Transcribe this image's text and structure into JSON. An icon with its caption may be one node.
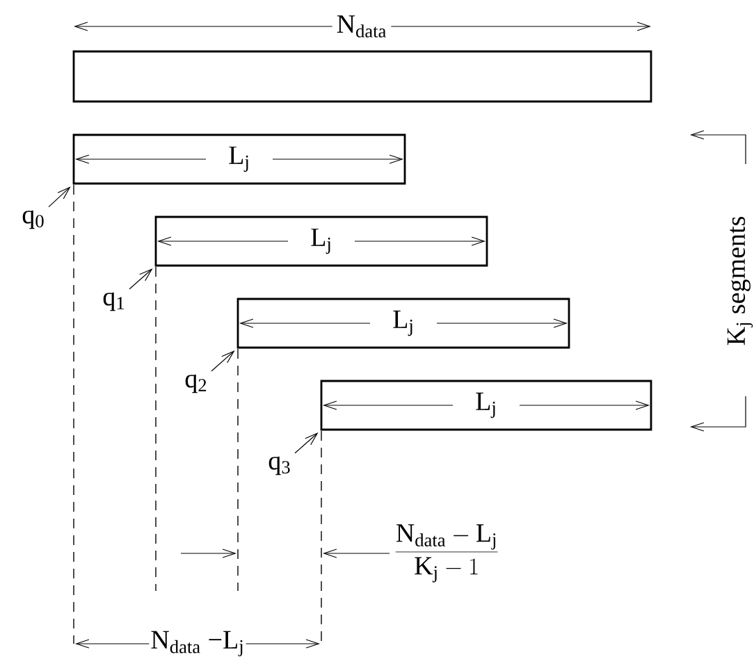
{
  "diagram": {
    "nodes": [
      {
        "text": [],
        "shape": "bar",
        "beside": [
          "N$_{data}$"
        ]
      },
      {
        "text": [
          "L$_{j}$"
        ]
      },
      {
        "text": [
          "L$_{j}$"
        ]
      },
      {
        "text": [
          "L$_{j}$"
        ]
      },
      {
        "text": [
          "L$_{j}$"
        ]
      },
      {
        "text": [
          "q$_{0}$"
        ]
      },
      {
        "text": [
          "q$_{1}$"
        ]
      },
      {
        "text": [
          "q$_{2}$"
        ]
      },
      {
        "text": [
          "q$_{3}$"
        ]
      }
    ],
    "edges": [
      {
        "from": 5,
        "to": 1,
        "arrow": "to"
      },
      {
        "from": 6,
        "to": 2,
        "arrow": "to"
      },
      {
        "from": 7,
        "to": 3,
        "arrow": "to"
      },
      {
        "from": 8,
        "to": 4,
        "arrow": "to"
      }
    ],
    "labels": [
      "K$_{j}$ segments",
      "\\frac{\\mathrm{N}_{\\mathrm{data}} - \\mathrm{L}_{\\mathrm{j}}}{\\mathrm{K}_{\\mathrm{j}} - 1}",
      "N$_{data}$ −L$_{j}$"
    ]
  }
}
